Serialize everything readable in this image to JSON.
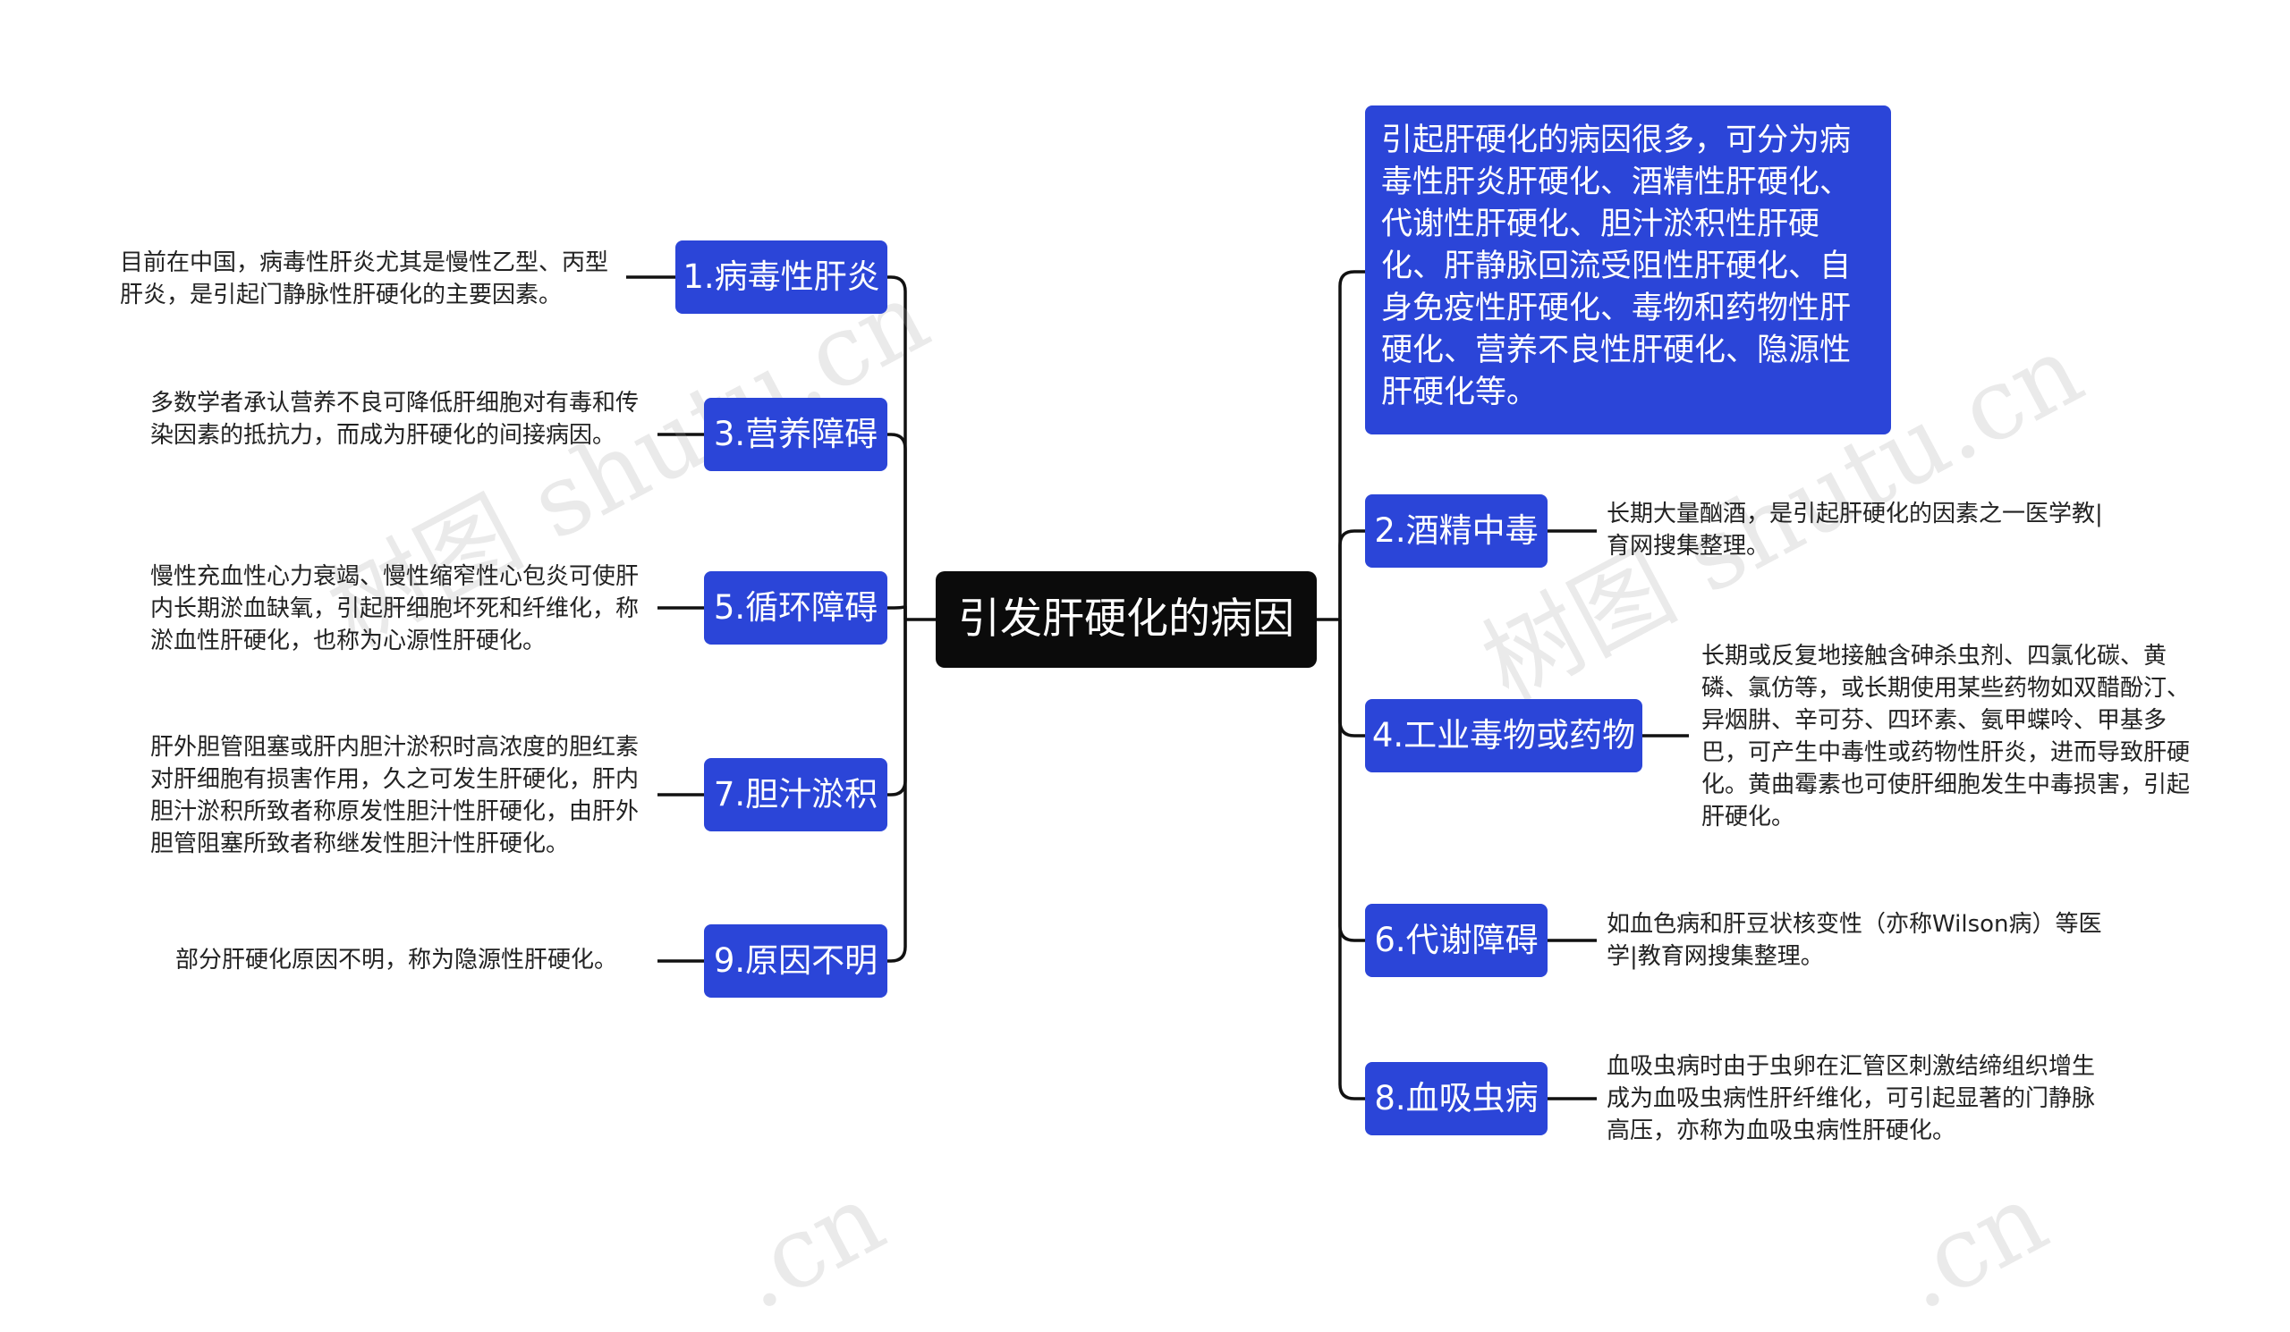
{
  "root": {
    "label": "引发肝硬化的病因"
  },
  "summary": {
    "text": "引起肝硬化的病因很多，可分为病毒性肝炎肝硬化、酒精性肝硬化、代谢性肝硬化、胆汁淤积性肝硬化、肝静脉回流受阻性肝硬化、自身免疫性肝硬化、毒物和药物性肝硬化、营养不良性肝硬化、隐源性肝硬化等。"
  },
  "left_topics": [
    {
      "label": "1.病毒性肝炎",
      "note": "目前在中国，病毒性肝炎尤其是慢性乙型、丙型肝炎，是引起门静脉性肝硬化的主要因素。"
    },
    {
      "label": "3.营养障碍",
      "note": "多数学者承认营养不良可降低肝细胞对有毒和传染因素的抵抗力，而成为肝硬化的间接病因。"
    },
    {
      "label": "5.循环障碍",
      "note": "慢性充血性心力衰竭、慢性缩窄性心包炎可使肝内长期淤血缺氧，引起肝细胞坏死和纤维化，称淤血性肝硬化，也称为心源性肝硬化。"
    },
    {
      "label": "7.胆汁淤积",
      "note": "肝外胆管阻塞或肝内胆汁淤积时高浓度的胆红素对肝细胞有损害作用，久之可发生肝硬化，肝内胆汁淤积所致者称原发性胆汁性肝硬化，由肝外胆管阻塞所致者称继发性胆汁性肝硬化。"
    },
    {
      "label": "9.原因不明",
      "note": "部分肝硬化原因不明，称为隐源性肝硬化。"
    }
  ],
  "right_topics": [
    {
      "label": "2.酒精中毒",
      "note": "长期大量酗酒，是引起肝硬化的因素之一医学教|育网搜集整理。"
    },
    {
      "label": "4.工业毒物或药物",
      "note": "长期或反复地接触含砷杀虫剂、四氯化碳、黄磷、氯仿等，或长期使用某些药物如双醋酚汀、异烟肼、辛可芬、四环素、氨甲蝶呤、甲基多巴，可产生中毒性或药物性肝炎，进而导致肝硬化。黄曲霉素也可使肝细胞发生中毒损害，引起肝硬化。"
    },
    {
      "label": "6.代谢障碍",
      "note": "如血色病和肝豆状核变性（亦称Wilson病）等医学|教育网搜集整理。"
    },
    {
      "label": "8.血吸虫病",
      "note": "血吸虫病时由于虫卵在汇管区刺激结缔组织增生成为血吸虫病性肝纤维化，可引起显著的门静脉高压，亦称为血吸虫病性肝硬化。"
    }
  ],
  "colors": {
    "topic_fill": "#2b45d8",
    "root_fill": "#0b0b0b",
    "line": "#111111"
  }
}
